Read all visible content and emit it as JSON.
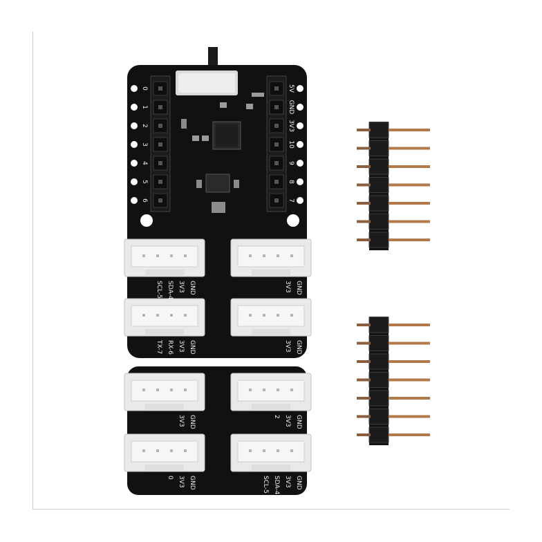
{
  "photo": {
    "board_color": "#111111",
    "connector_color": "#e9e9e9",
    "pin_color": "#b07a4a",
    "left_header_labels": [
      "0",
      "1",
      "2",
      "3",
      "4",
      "5",
      "6"
    ],
    "right_header_labels": [
      "5V",
      "GND",
      "3V3",
      "10",
      "9",
      "8",
      "7"
    ],
    "grove_labels": [
      {
        "lines": [
          "GND",
          "3V3",
          "SDA-4",
          "SCL-5"
        ]
      },
      {
        "lines": [
          "GND",
          "3V3"
        ]
      },
      {
        "lines": [
          "GND",
          "3V3",
          "RX-6",
          "TX-7"
        ]
      },
      {
        "lines": [
          "GND",
          "3V3"
        ]
      },
      {
        "lines": [
          "GND",
          "3V3"
        ]
      },
      {
        "lines": [
          "GND",
          "3V3",
          "2"
        ]
      },
      {
        "lines": [
          "GND",
          "3V3",
          "0"
        ]
      },
      {
        "lines": [
          "GND",
          "3V3",
          "SDA-4",
          "SCL-5"
        ]
      }
    ],
    "pin_header_count": 2,
    "pins_per_header": 7
  }
}
